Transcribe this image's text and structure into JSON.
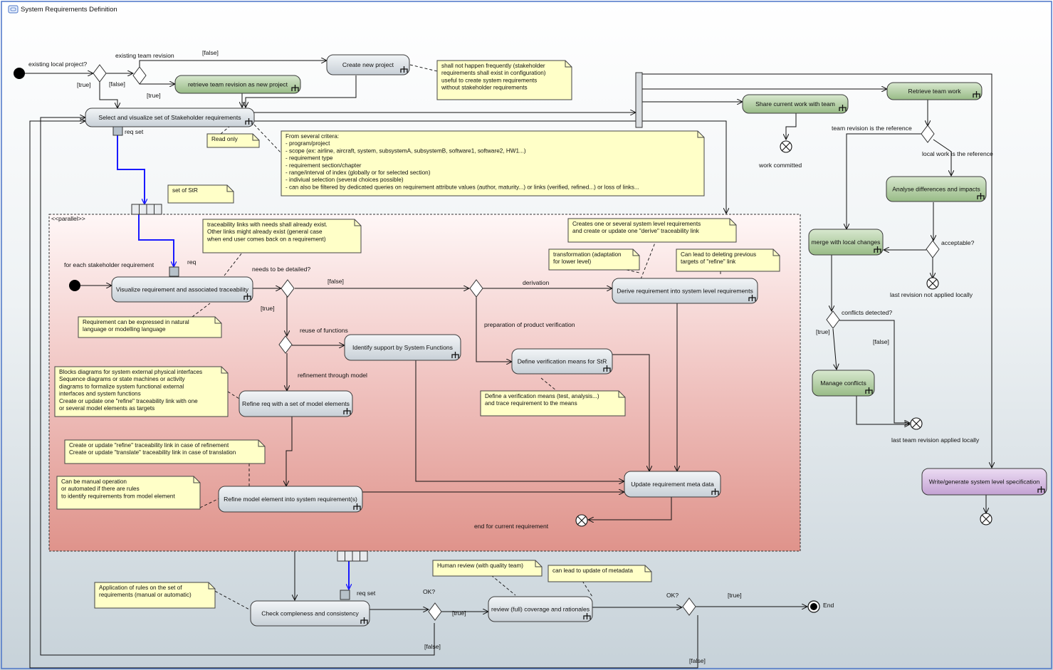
{
  "window": {
    "title": "System Requirements Definition",
    "icon": "activity-diagram-icon"
  },
  "colors": {
    "background_top": "#ffffff",
    "background_bottom": "#c7d2d9",
    "action_gray": "#d6dde3",
    "action_green": "#a9c79a",
    "action_purple": "#c7a9d6",
    "note_yellow": "#ffffc8",
    "region_top": "#fff6f6",
    "region_bottom": "#df938b",
    "blue_flow": "#1a1aff"
  },
  "actions": {
    "create_new_project": "Create new project",
    "retrieve_team_revision": "retrieve team revision as new project",
    "select_visualize": "Select and visualize set of Stakeholder requirements",
    "share_work": "Share current work with team",
    "retrieve_team_work": "Retrieve team work",
    "analyse_differences": "Analyse differences and impacts",
    "merge_local": "merge with local changes",
    "manage_conflicts": "Manage conflicts",
    "write_spec": "Write/generate system level specification",
    "visualize_req": "Visualize requirement and associated traceability",
    "identify_support": "Identify support by System Functions",
    "derive_req": "Derive requirement into system level requirements",
    "define_verification": "Define verification means for StR",
    "refine_req": "Refine req with a set of model elements",
    "refine_model": "Refine model element into system requirement(s)",
    "update_meta": "Update requirement meta data",
    "check_completeness": "Check compleness and consistency",
    "review_coverage": "review (full) coverage and rationales"
  },
  "labels": {
    "existing_local_project": "existing local project?",
    "existing_team_revision": "existing team revision",
    "false": "[false]",
    "true": "[true]",
    "req_set": "req set",
    "req": "req",
    "work_committed": "work committed",
    "team_revision_ref": "team revision is the reference",
    "local_work_ref": "local work is the reference",
    "acceptable": "acceptable?",
    "last_revision_not_applied": "last revision not applied locally",
    "conflicts_detected": "conflicts detected?",
    "last_team_revision_applied": "last team revision applied locally",
    "parallel": "<<parallel>>",
    "for_each_req": "for each stakeholder requirement",
    "needs_detailed": "needs to be detailed?",
    "derivation": "derivation",
    "reuse_functions": "reuse of functions",
    "prep_verification": "preparation of product verification",
    "refinement_model": "refinement through model",
    "end_current": "end for current requirement",
    "ok": "OK?",
    "end": "End"
  },
  "notes": {
    "shall_not_happen": [
      "shall not happen frequently (stakeholder",
      "requirements shall exist in configuration)",
      "useful to create system requirements",
      "without stakeholder requirements"
    ],
    "read_only": [
      "Read only"
    ],
    "criteria": [
      "From several critera:",
      "- program/project",
      "- scope (ex: airline, aircraft, system, subsystemA, subsystemB, software1, software2, HW1...)",
      "- requirement type",
      "- requirement section/chapter",
      "- range/interval of index (globally or for selected section)",
      "- indiviual selection (several choices possible)",
      "- can also be filtered by dedicated queries on requirement attribute values (author, maturity...) or links (verified, refined...) or loss of links..."
    ],
    "set_of_str": [
      "set of StR"
    ],
    "traceability_links": [
      "traceability links with needs shall already exist.",
      "Other links might already exist (general case",
      "when end user comes back on a requirement)"
    ],
    "creates_one": [
      "Creates one or several system level requirements",
      "and create or update one \"derive\" traceability link"
    ],
    "transformation": [
      "transformation (adaptation",
      "for lower level)"
    ],
    "can_lead_deleting": [
      "Can lead to deleting previous",
      "targets of \"refine\" link"
    ],
    "natural_language": [
      "Requirement can be expressed in natural",
      "language or modelling language"
    ],
    "blocks_diagrams": [
      "Blocks diagrams for system external physical interfaces",
      "Sequence diagrams or state machines or activity",
      "diagrams to formalize system functional external",
      "interfaces and system functions",
      "Create or update one \"refine\" traceability link with one",
      "or several model elements as targets"
    ],
    "define_verification_note": [
      "Define a verification means (test, analysis...)",
      "and trace requirement to the means"
    ],
    "create_update_refine": [
      "Create or update \"refine\" traceability link in case of refinement",
      "Create or update \"translate\" traceability link in case of translation"
    ],
    "manual_operation": [
      "Can be manual operation",
      "or automated if there are rules",
      "to identify requirements from model element"
    ],
    "human_review": [
      "Human review (with quality team)"
    ],
    "can_lead_update": [
      "can lead to update of metadata"
    ],
    "application_rules": [
      "Application of rules on the set of",
      "requirements (manual or automatic)"
    ]
  }
}
